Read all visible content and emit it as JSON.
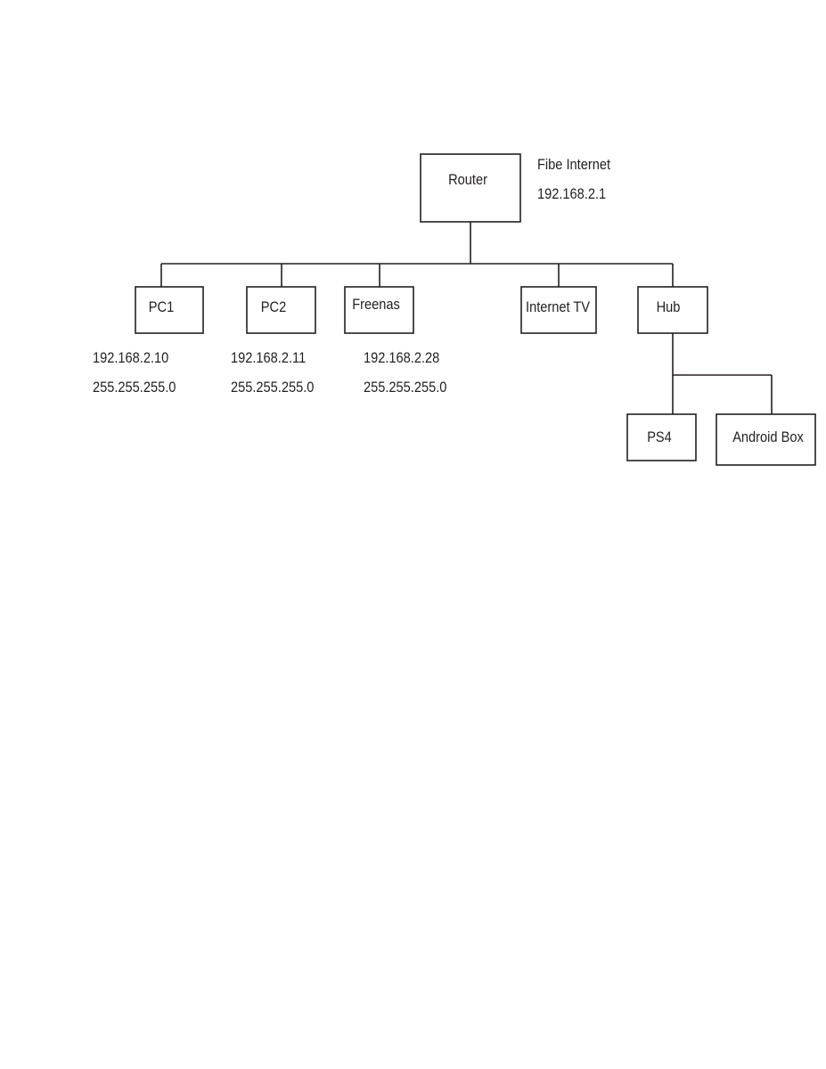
{
  "nodes": {
    "router": {
      "label": "Router"
    },
    "pc1": {
      "label": "PC1"
    },
    "pc2": {
      "label": "PC2"
    },
    "freenas": {
      "label": "Freenas"
    },
    "internet_tv": {
      "label": "Internet TV"
    },
    "hub": {
      "label": "Hub"
    },
    "ps4": {
      "label": "PS4"
    },
    "android_box": {
      "label": "Android Box"
    }
  },
  "notes": {
    "router": {
      "line1": "Fibe Internet",
      "line2": "192.168.2.1"
    },
    "pc1": {
      "ip": "192.168.2.10",
      "mask": "255.255.255.0"
    },
    "pc2": {
      "ip": "192.168.2.11",
      "mask": "255.255.255.0"
    },
    "freenas": {
      "ip": "192.168.2.28",
      "mask": "255.255.255.0"
    }
  },
  "colors": {
    "ink": "#231f20",
    "background": "#ffffff"
  }
}
